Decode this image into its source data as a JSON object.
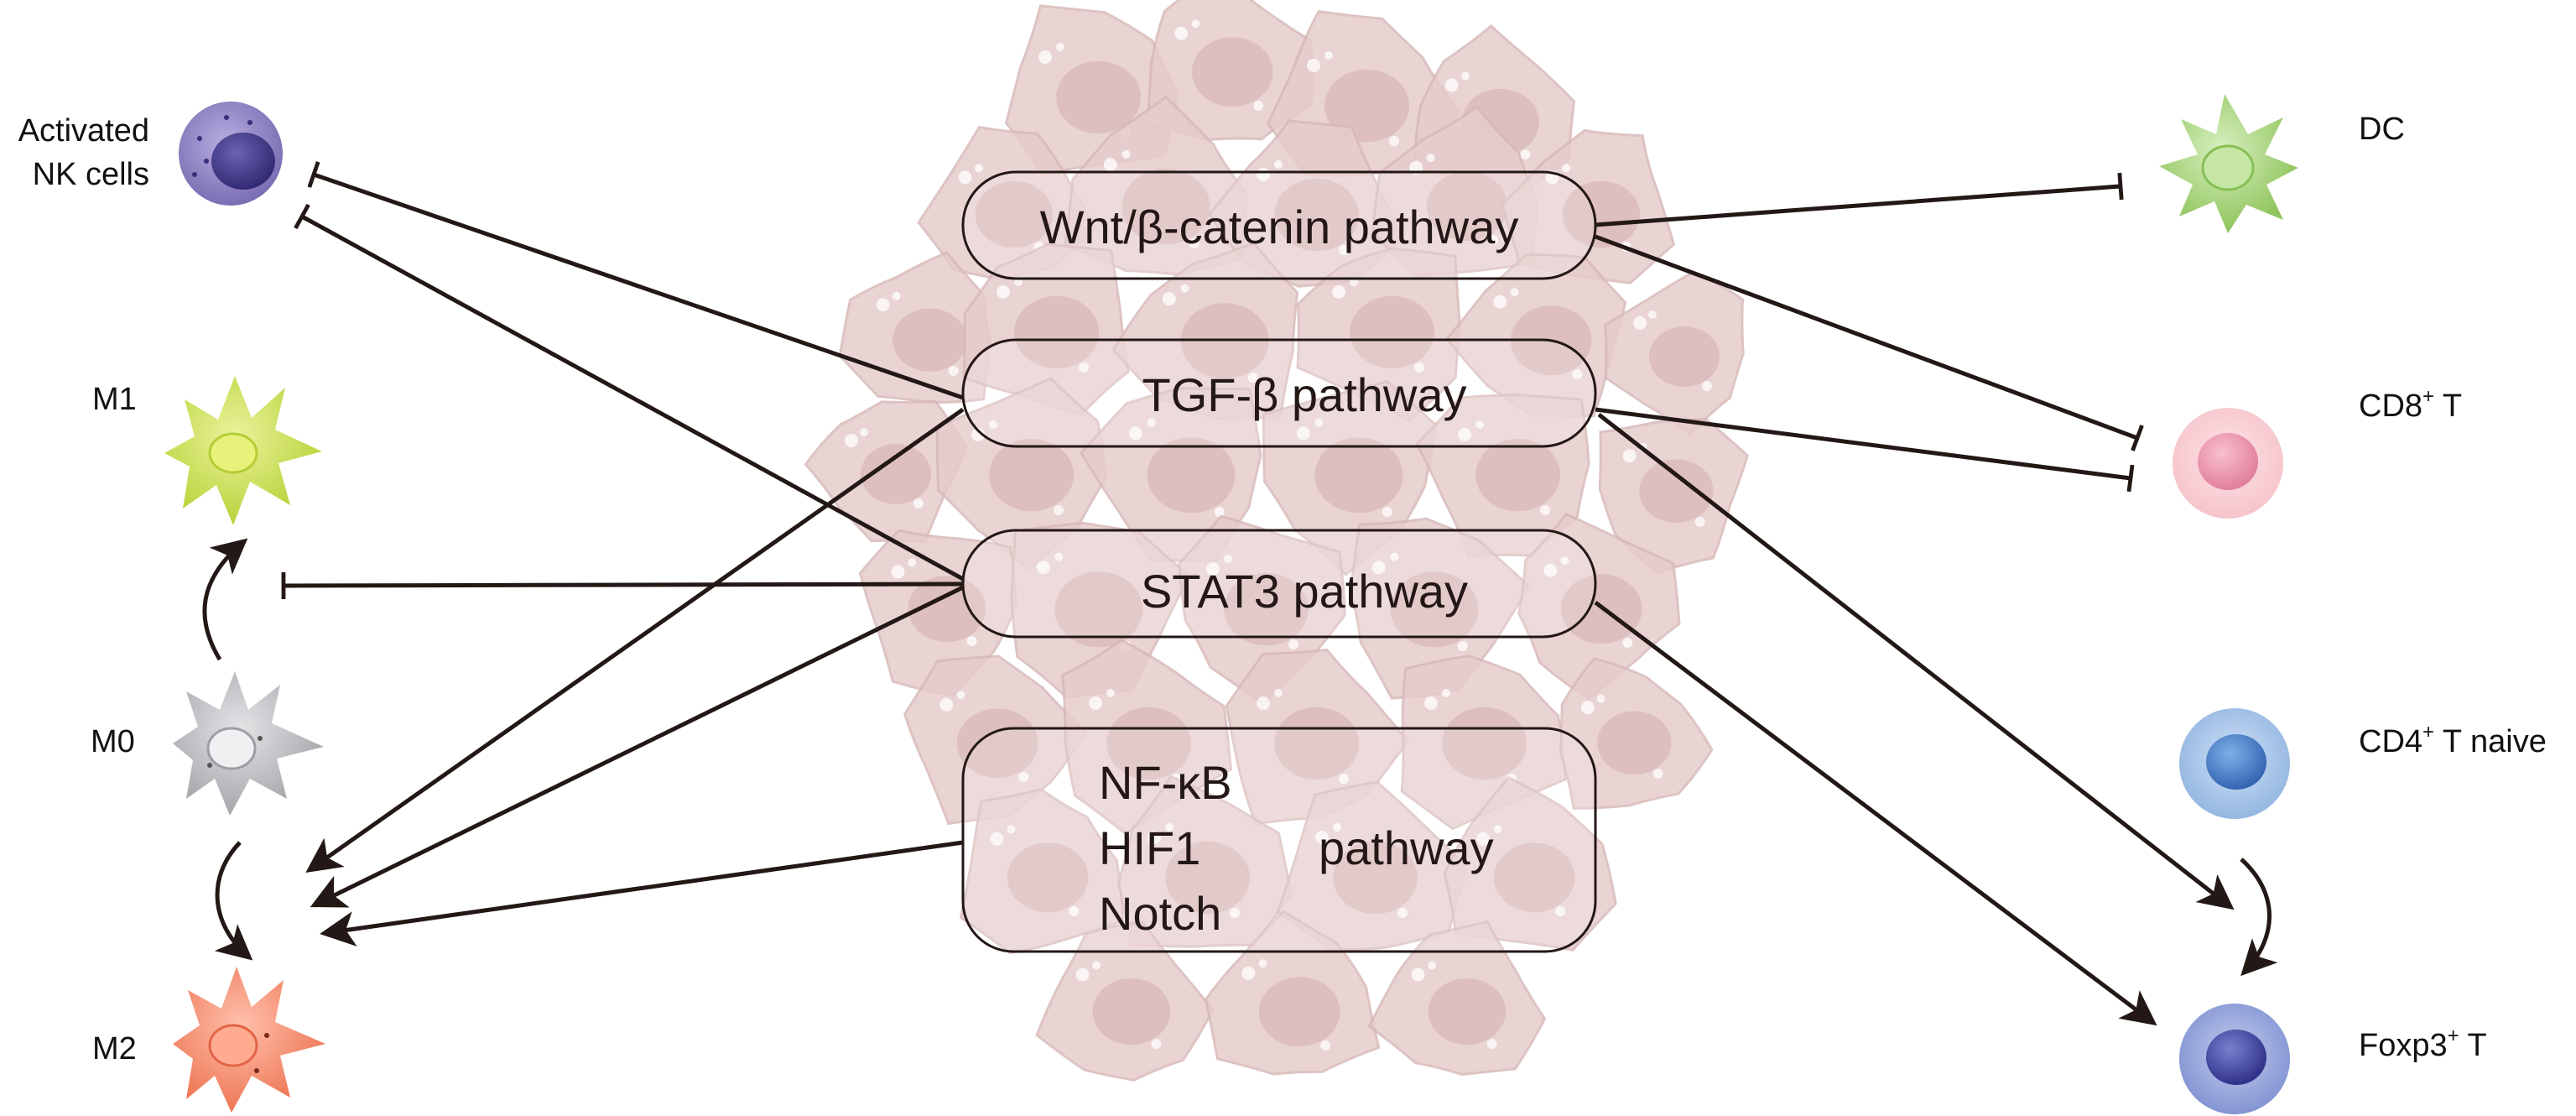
{
  "pathways": {
    "wnt": "Wnt/β-catenin pathway",
    "tgfb": "TGF-β pathway",
    "stat3": "STAT3 pathway",
    "group_items": [
      "NF-κB",
      "HIF1",
      "Notch"
    ],
    "group_suffix": "pathway"
  },
  "cells_left": {
    "nk_line1": "Activated",
    "nk_line2": "NK cells",
    "m1": "M1",
    "m0": "M0",
    "m2": "M2"
  },
  "cells_right": {
    "dc": "DC",
    "cd8_prefix": "CD8",
    "cd8_sup": "+",
    "cd8_suffix": " T",
    "cd4_prefix": "CD4",
    "cd4_sup": "+",
    "cd4_suffix": " T naive",
    "foxp3_prefix": "Foxp3",
    "foxp3_sup": "+",
    "foxp3_suffix": " T"
  },
  "colors": {
    "line": "#231815",
    "nk": "#7b6db3",
    "m1": "#c8dc4c",
    "m0": "#b0b2b5",
    "m2": "#f08060",
    "dc": "#9ccd6a",
    "cd8": "#f2a8b8",
    "cd4": "#7fa7da",
    "foxp3": "#6d7ac4",
    "tumor": "#e6cccc"
  }
}
